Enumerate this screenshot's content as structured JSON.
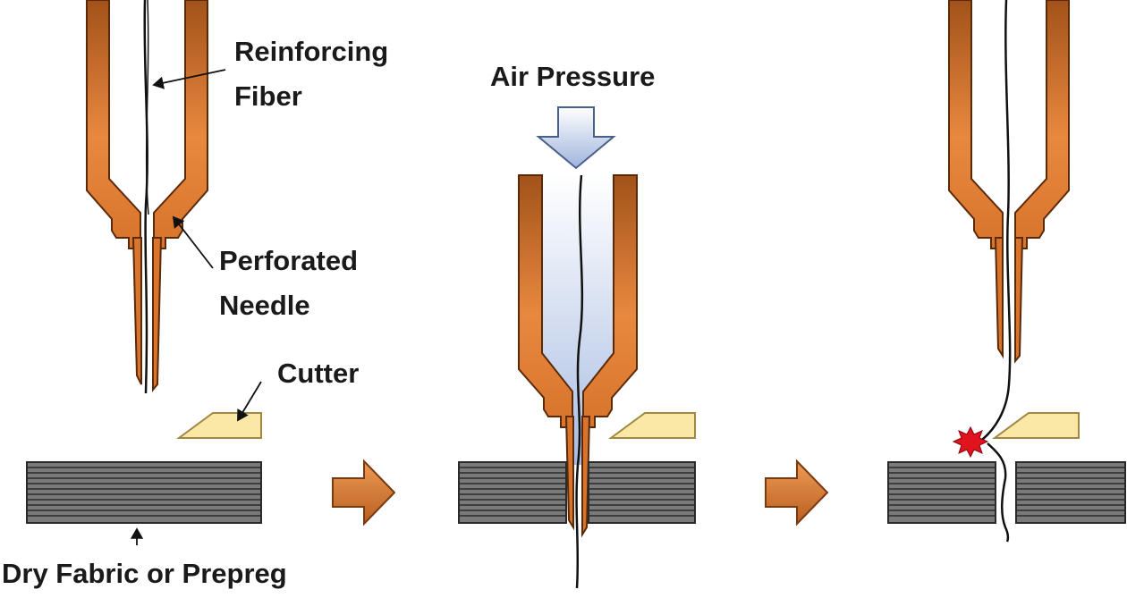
{
  "labels": {
    "reinforcing_fiber_line1": "Reinforcing",
    "reinforcing_fiber_line2": "Fiber",
    "perforated_needle_line1": "Perforated",
    "perforated_needle_line2": "Needle",
    "cutter": "Cutter",
    "dry_fabric": "Dry Fabric or Prepreg",
    "air_pressure": "Air Pressure"
  },
  "colors": {
    "needle_dark": "#a2521a",
    "needle_light": "#e8883f",
    "needle_outline": "#5a2a08",
    "cutter_fill": "#fbe7a6",
    "cutter_stroke": "#a08840",
    "fabric_fill": "#7a7a7a",
    "fabric_line": "#2a2a2a",
    "step_arrow_dark": "#b85f20",
    "step_arrow_light": "#ef9a55",
    "air_arrow_top": "#ffffff",
    "air_arrow_bottom": "#9fb4dc",
    "air_arrow_stroke": "#4a5e8a",
    "spark": "#e0141e"
  }
}
